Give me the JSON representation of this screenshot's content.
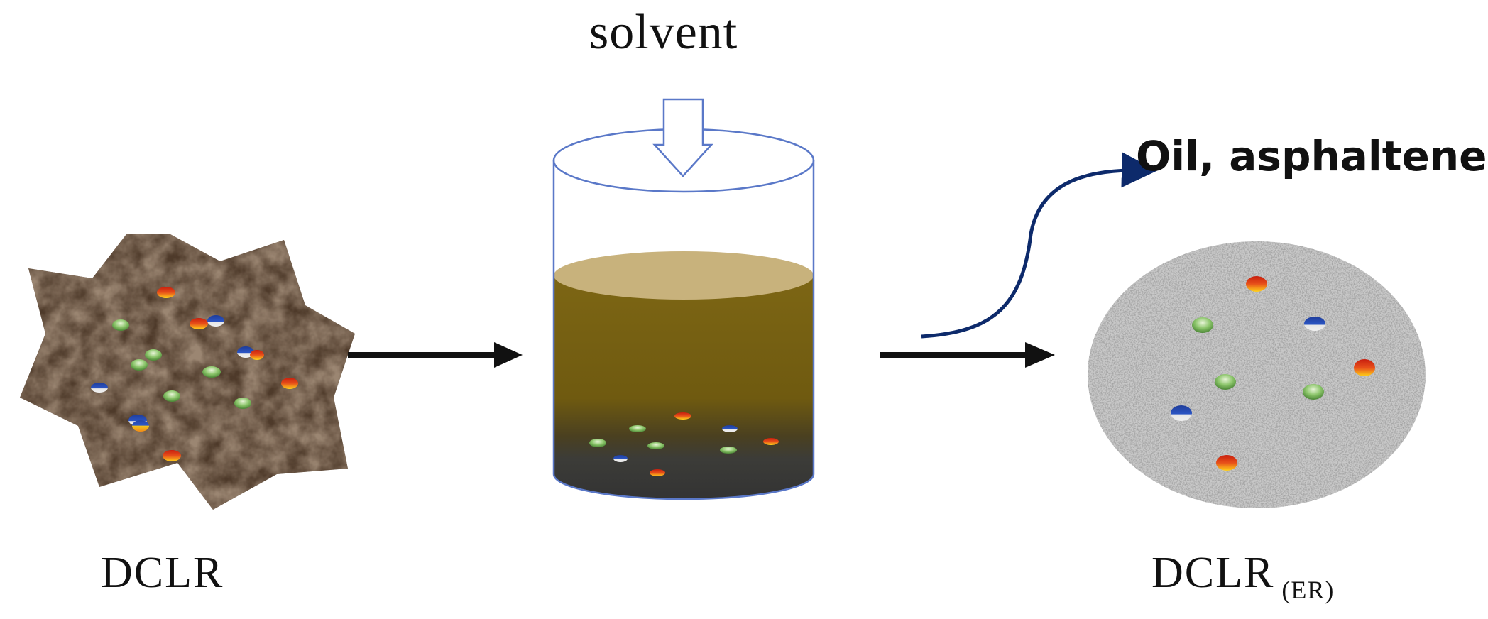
{
  "labels": {
    "solvent": "solvent",
    "products": "Oil, asphaltene",
    "feed": "DCLR",
    "residue_main": "DCLR",
    "residue_sub": "(ER)"
  },
  "colors": {
    "arrow": "#111111",
    "curve_arrow": "#0d2a6b",
    "vessel_outline": "#5a78c8",
    "liquid_top": "#c9b27a",
    "liquid": "#7a6412",
    "sediment": "#3a3a3a",
    "feed_solid": "#5a4331",
    "residue_solid": "#bdbdbd"
  },
  "icons": [
    "dclr-star-particle",
    "input-arrow-icon",
    "extraction-vessel",
    "product-curve-arrow",
    "residue-disc"
  ]
}
